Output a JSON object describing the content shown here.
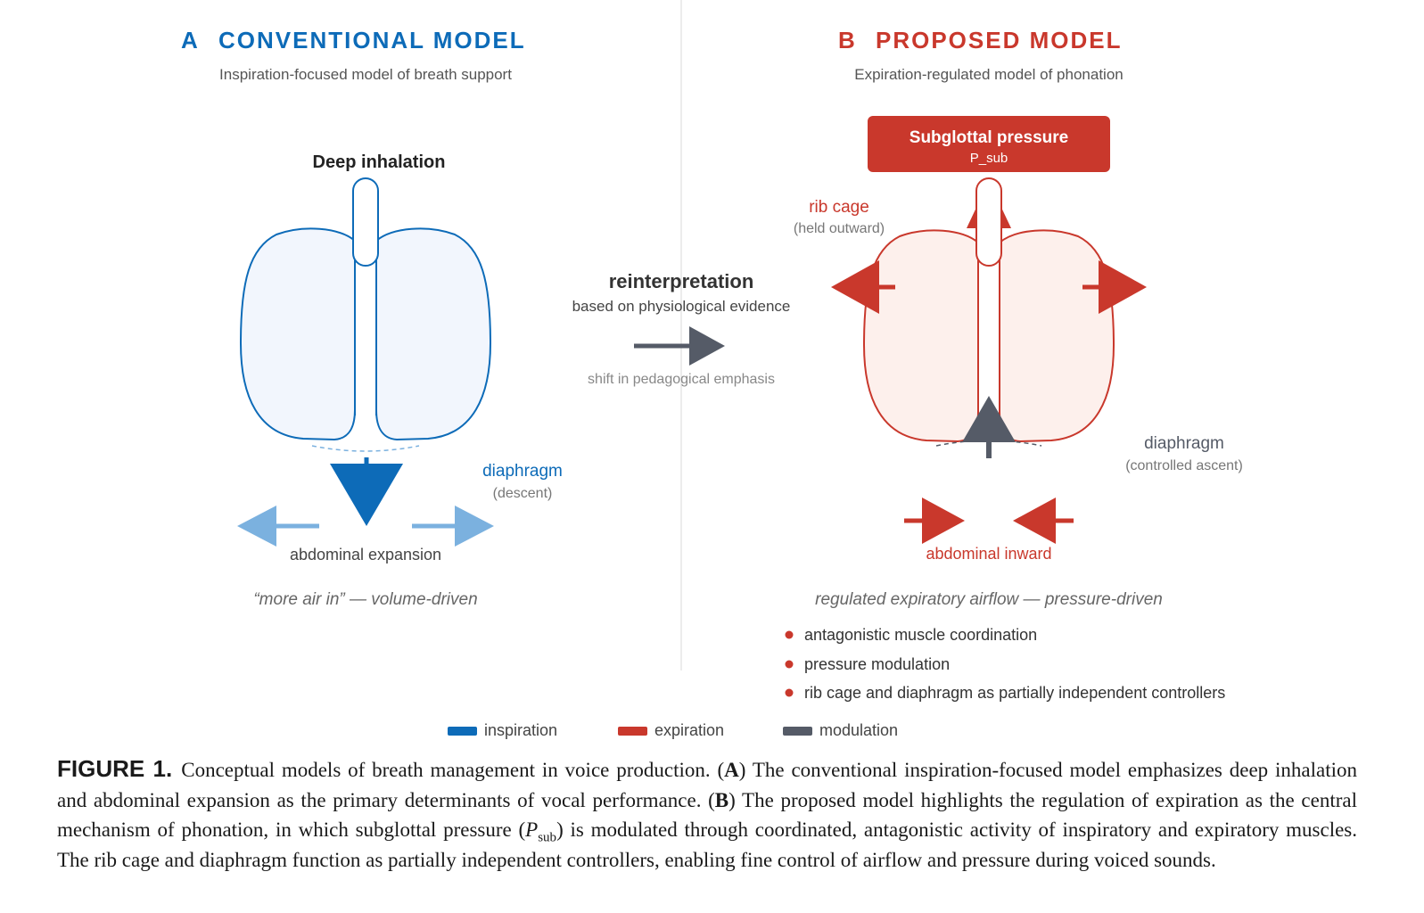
{
  "panel_a": {
    "letter": "A",
    "title": "CONVENTIONAL MODEL",
    "subtitle": "Inspiration-focused model of breath support",
    "top_label": "Deep inhalation",
    "diaphragm_label": "diaphragm",
    "diaphragm_note": "(descent)",
    "abdomen_label": "abdominal expansion",
    "summary": "“more air in” — volume-driven"
  },
  "center": {
    "title": "reinterpretation",
    "subtitle": "based on physiological evidence",
    "note": "shift in pedagogical emphasis"
  },
  "panel_b": {
    "letter": "B",
    "title": "PROPOSED MODEL",
    "subtitle": "Expiration-regulated model of phonation",
    "pressure_box_title": "Subglottal pressure",
    "pressure_box_symbol": "P_sub",
    "ribcage_label": "rib cage",
    "ribcage_note": "(held outward)",
    "diaphragm_label": "diaphragm",
    "diaphragm_note": "(controlled ascent)",
    "abdomen_label": "abdominal inward",
    "summary": "regulated expiratory airflow — pressure-driven",
    "bullets": [
      "antagonistic muscle coordination",
      "pressure modulation",
      "rib cage and diaphragm as partially independent controllers"
    ]
  },
  "legend": [
    {
      "label": "inspiration",
      "color": "#0d6bb8"
    },
    {
      "label": "expiration",
      "color": "#c9382c"
    },
    {
      "label": "modulation",
      "color": "#555b67"
    }
  ],
  "colors": {
    "blue": "#0d6bb8",
    "light_blue": "#7bb1df",
    "red": "#c9382c",
    "gray": "#555b67",
    "lung_fill_a": "#f2f6fd",
    "lung_fill_b": "#fdf0ec"
  },
  "caption": {
    "label": "FIGURE 1.",
    "text_1": "Conceptual models of breath management in voice production. (",
    "a_ref": "A",
    "text_2": ") The conventional inspiration-focused model emphasizes deep inhalation and abdominal expansion as the primary determinants of vocal performance. (",
    "b_ref": "B",
    "text_3": ") The proposed model highlights the regulation of expiration as the central mechanism of phonation, in which subglottal pressure (",
    "p_symbol": "P",
    "p_sub": "sub",
    "text_4": ") is modulated through coordinated, antagonistic activity of inspiratory and expiratory muscles. The rib cage and diaphragm function as partially independent controllers, enabling fine control of airflow and pressure during voiced sounds."
  }
}
